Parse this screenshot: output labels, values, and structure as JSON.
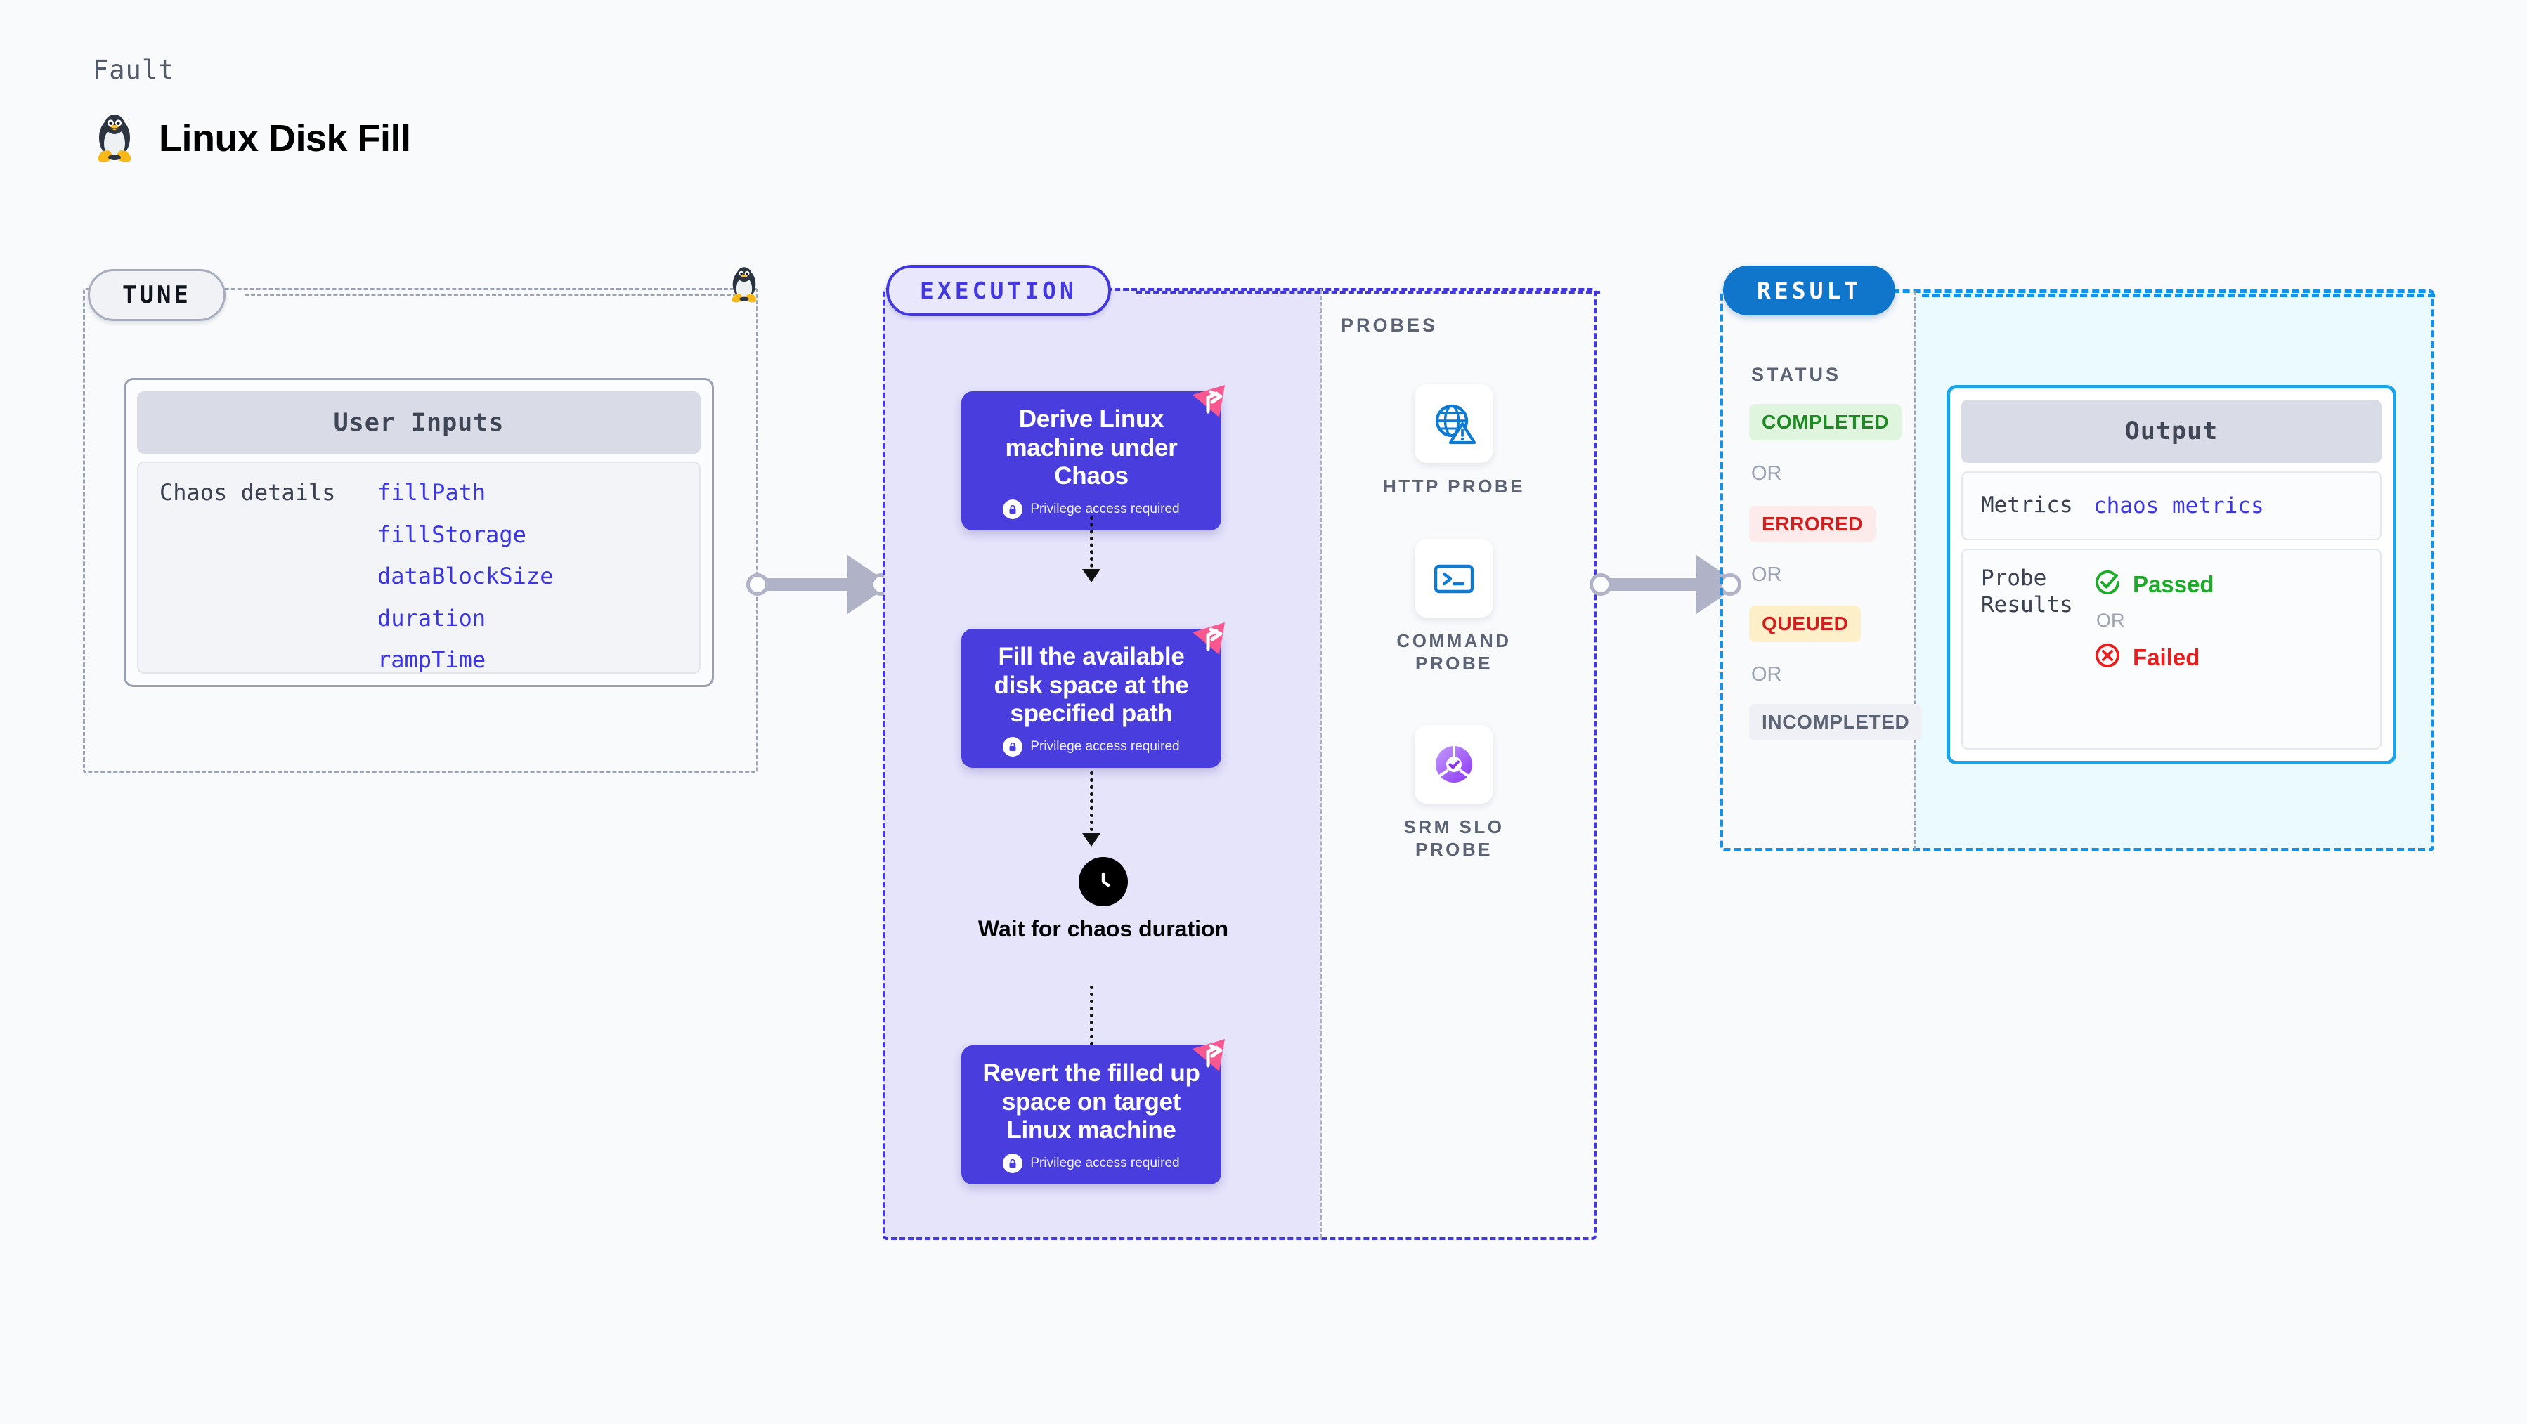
{
  "header": {
    "kicker": "Fault",
    "title": "Linux Disk Fill",
    "icon": "linux-penguin-icon"
  },
  "tune": {
    "badge": "TUNE",
    "card": {
      "header": "User Inputs",
      "key": "Chaos details",
      "values": [
        "fillPath",
        "fillStorage",
        "dataBlockSize",
        "duration",
        "rampTime"
      ]
    },
    "accent": "#3b36e0",
    "border": "#9aa1b2"
  },
  "execution": {
    "badge": "EXECUTION",
    "accent": "#4338dd",
    "fill": "#e5e4fb",
    "steps": [
      {
        "title": "Derive Linux machine under Chaos",
        "privilege": "Privilege access required",
        "flag": "fault-flag-icon",
        "lock": "lock-icon"
      },
      {
        "title": "Fill the available disk space at the specified path",
        "privilege": "Privilege access required",
        "flag": "fault-flag-icon",
        "lock": "lock-icon"
      },
      {
        "title": "Revert the filled up space on target Linux machine",
        "privilege": "Privilege access required",
        "flag": "fault-flag-icon",
        "lock": "lock-icon"
      }
    ],
    "wait": {
      "label": "Wait for chaos duration",
      "icon": "clock-icon"
    }
  },
  "probes": {
    "title": "PROBES",
    "items": [
      {
        "label": "HTTP PROBE",
        "icon": "globe-warning-icon",
        "color": "#0d7ad4"
      },
      {
        "label": "COMMAND PROBE",
        "icon": "terminal-icon",
        "color": "#0d7ad4"
      },
      {
        "label": "SRM SLO PROBE",
        "icon": "slo-donut-check-icon",
        "color": "#8b44f2"
      }
    ]
  },
  "result": {
    "badge": "RESULT",
    "accent": "#0f76cc",
    "status": {
      "title": "STATUS",
      "or": "OR",
      "badges": [
        {
          "label": "COMPLETED",
          "bg": "#dff5de",
          "fg": "#1f8a24"
        },
        {
          "label": "ERRORED",
          "bg": "#fdeaea",
          "fg": "#cf2020"
        },
        {
          "label": "QUEUED",
          "bg": "#fdf0c8",
          "fg": "#cf2020"
        },
        {
          "label": "INCOMPLETED",
          "bg": "#eef0f5",
          "fg": "#5b6374"
        }
      ]
    },
    "output": {
      "header": "Output",
      "metrics_key": "Metrics",
      "metrics_value": "chaos metrics",
      "probe_results_key": "Probe Results",
      "or": "OR",
      "passed": {
        "label": "Passed",
        "color": "#1faa2b",
        "icon": "check-circle-icon"
      },
      "failed": {
        "label": "Failed",
        "color": "#e81f1f",
        "icon": "x-circle-icon"
      },
      "border": "#1ca4e8",
      "fill": "#ebfaff"
    }
  }
}
